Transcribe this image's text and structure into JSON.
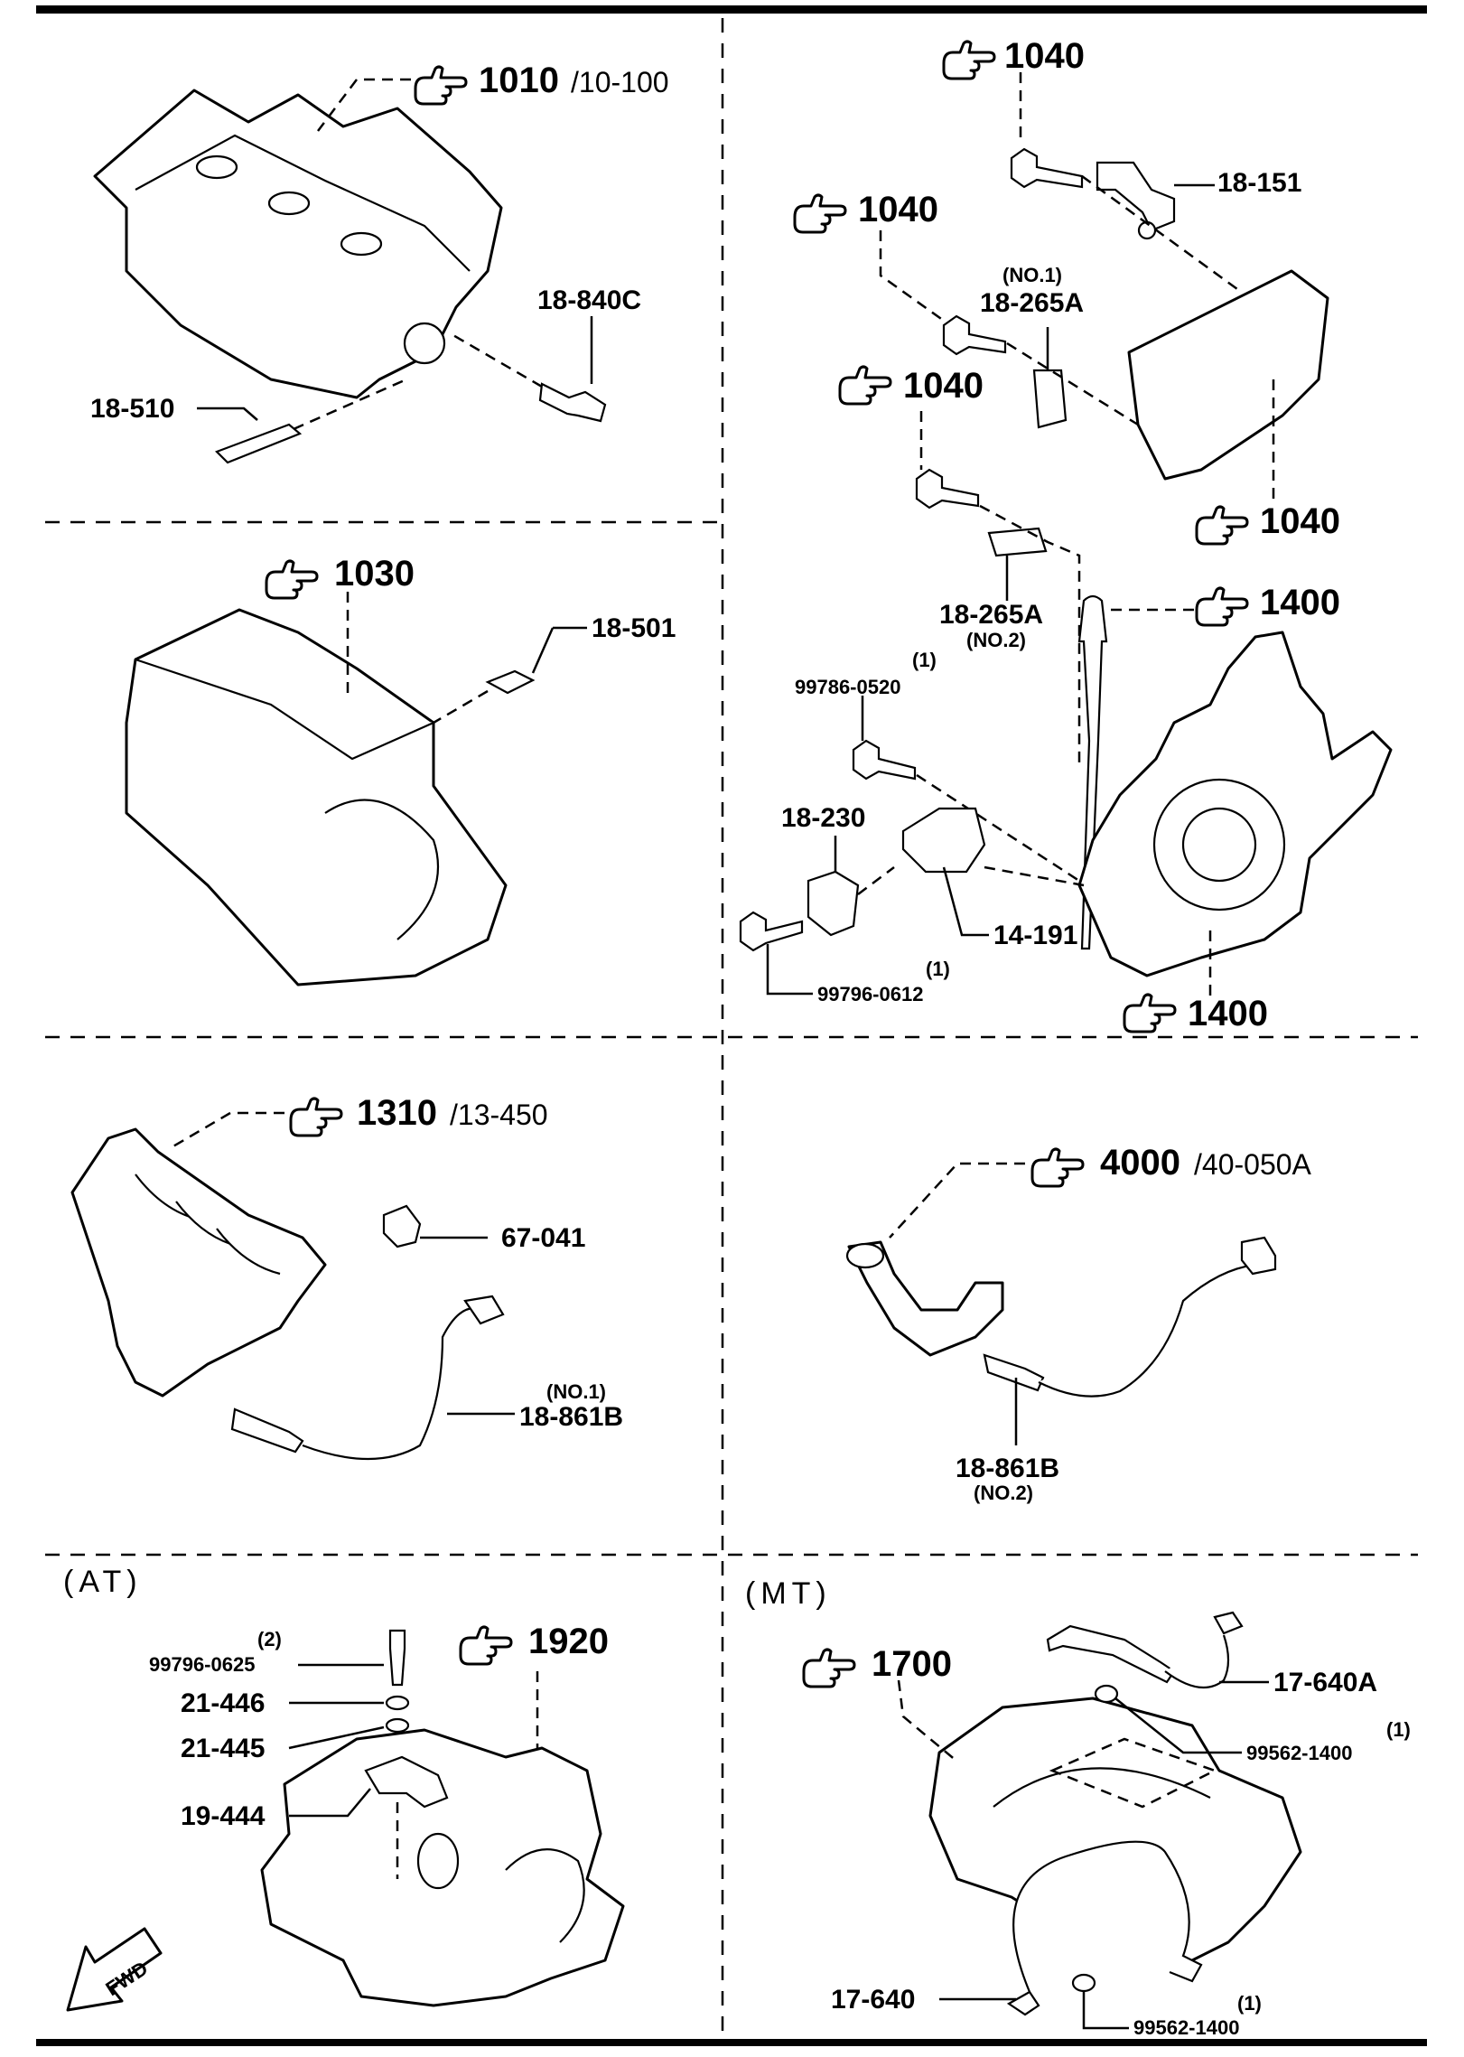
{
  "refs": {
    "r1010": "1010",
    "r1010_sub": "/10-100",
    "r1030": "1030",
    "r1310": "1310",
    "r1310_sub": "/13-450",
    "r1920": "1920",
    "r1040_a": "1040",
    "r1040_b": "1040",
    "r1040_c": "1040",
    "r1040_d": "1040",
    "r1400_a": "1400",
    "r1400_b": "1400",
    "r4000": "4000",
    "r4000_sub": "/40-050A",
    "r1700": "1700"
  },
  "parts": {
    "p18_840C": "18-840C",
    "p18_510": "18-510",
    "p18_501": "18-501",
    "p18_151": "18-151",
    "p18_265A_1": "18-265A",
    "p18_265A_1_note": "(NO.1)",
    "p18_265A_2": "18-265A",
    "p18_265A_2_note": "(NO.2)",
    "p99786_0520": "99786-0520",
    "p99786_0520_qty": "(1)",
    "p18_230": "18-230",
    "p14_191": "14-191",
    "p99796_0612": "99796-0612",
    "p99796_0612_qty": "(1)",
    "p67_041": "67-041",
    "p18_861B_1": "18-861B",
    "p18_861B_1_note": "(NO.1)",
    "p18_861B_2": "18-861B",
    "p18_861B_2_note": "(NO.2)",
    "p99796_0625": "99796-0625",
    "p99796_0625_qty": "(2)",
    "p21_446": "21-446",
    "p21_445": "21-445",
    "p19_444": "19-444",
    "p17_640A": "17-640A",
    "p99562_1400_a": "99562-1400",
    "p99562_1400_a_qty": "(1)",
    "p17_640": "17-640",
    "p99562_1400_b": "99562-1400",
    "p99562_1400_b_qty": "(1)"
  },
  "sections": {
    "at": "(AT)",
    "mt": "(MT)"
  },
  "fwd": "FWD"
}
